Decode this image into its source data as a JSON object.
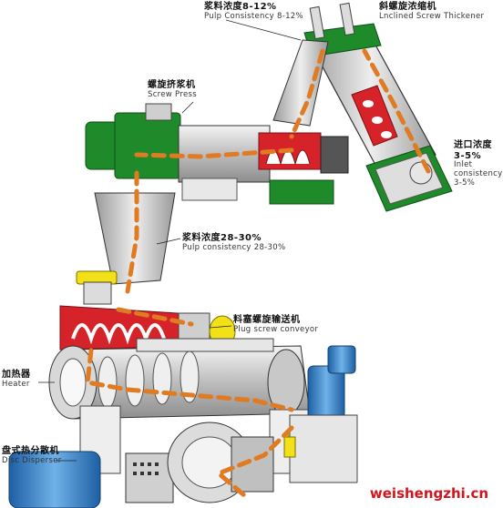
{
  "labels": {
    "pulp_top": {
      "zh": "浆料浓度8-12%",
      "en": "Pulp Consistency 8-12%"
    },
    "thickener": {
      "zh": "斜螺旋浓缩机",
      "en": "Lnclined Screw Thickener"
    },
    "screw_press": {
      "zh": "螺旋挤浆机",
      "en": "Screw Press"
    },
    "inlet": {
      "zh": "进口浓度",
      "zh2": "3-5%",
      "en1": "Inlet",
      "en2": "consistency",
      "en3": "3-5%"
    },
    "pulp_mid": {
      "zh": "浆料浓度28-30%",
      "en": "Pulp consistency 28-30%"
    },
    "plug_screw": {
      "zh": "料塞螺旋输送机",
      "en": "Plug screw conveyor"
    },
    "heater": {
      "zh": "加热器",
      "en": "Heater"
    },
    "disperser": {
      "zh": "盘式热分散机",
      "en": "Disc Disperser"
    }
  },
  "watermark": "weishengzhi.cn",
  "colors": {
    "machine_green": "#1e8a2a",
    "flow_orange": "#e07b22",
    "pulp_red": "#d6232a",
    "motor_blue": "#2f7fc6",
    "coupling_yellow": "#f2e018",
    "steel_grey": "#cfcfcf"
  }
}
